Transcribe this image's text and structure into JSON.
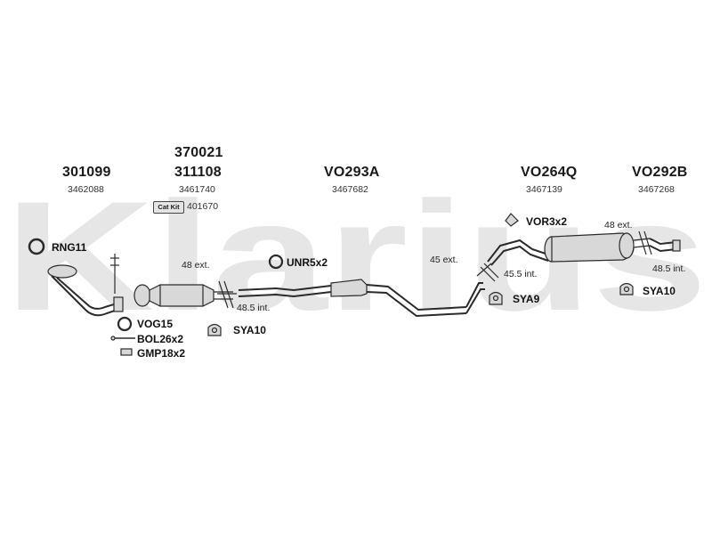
{
  "brand": {
    "watermark": "Klarius"
  },
  "parts": [
    {
      "part": "301099",
      "ref": "3462088"
    },
    {
      "part": "370021",
      "part2": "311108",
      "ref": "3461740"
    },
    {
      "part": "VO293A",
      "ref": "3467682"
    },
    {
      "part": "VO264Q",
      "ref": "3467139"
    },
    {
      "part": "VO292B",
      "ref": "3467268"
    }
  ],
  "cat_kit": {
    "badge": "Cat Kit",
    "number": "401670"
  },
  "fittings": {
    "rng": "RNG11",
    "vog": "VOG15",
    "bol": "BOL26x2",
    "gmp": "GMP18x2",
    "unr": "UNR5x2",
    "sya10_a": "SYA10",
    "vor": "VOR3x2",
    "sya9": "SYA9",
    "sya10_b": "SYA10"
  },
  "dimensions": {
    "d1": "48 ext.",
    "d2": "48.5 int.",
    "d3": "45 ext.",
    "d4": "45.5 int.",
    "d5": "48 ext.",
    "d6": "48.5 int."
  },
  "colors": {
    "watermark": "#e6e6e6",
    "line": "#2a2a2a",
    "fill": "#d8d8d8"
  }
}
